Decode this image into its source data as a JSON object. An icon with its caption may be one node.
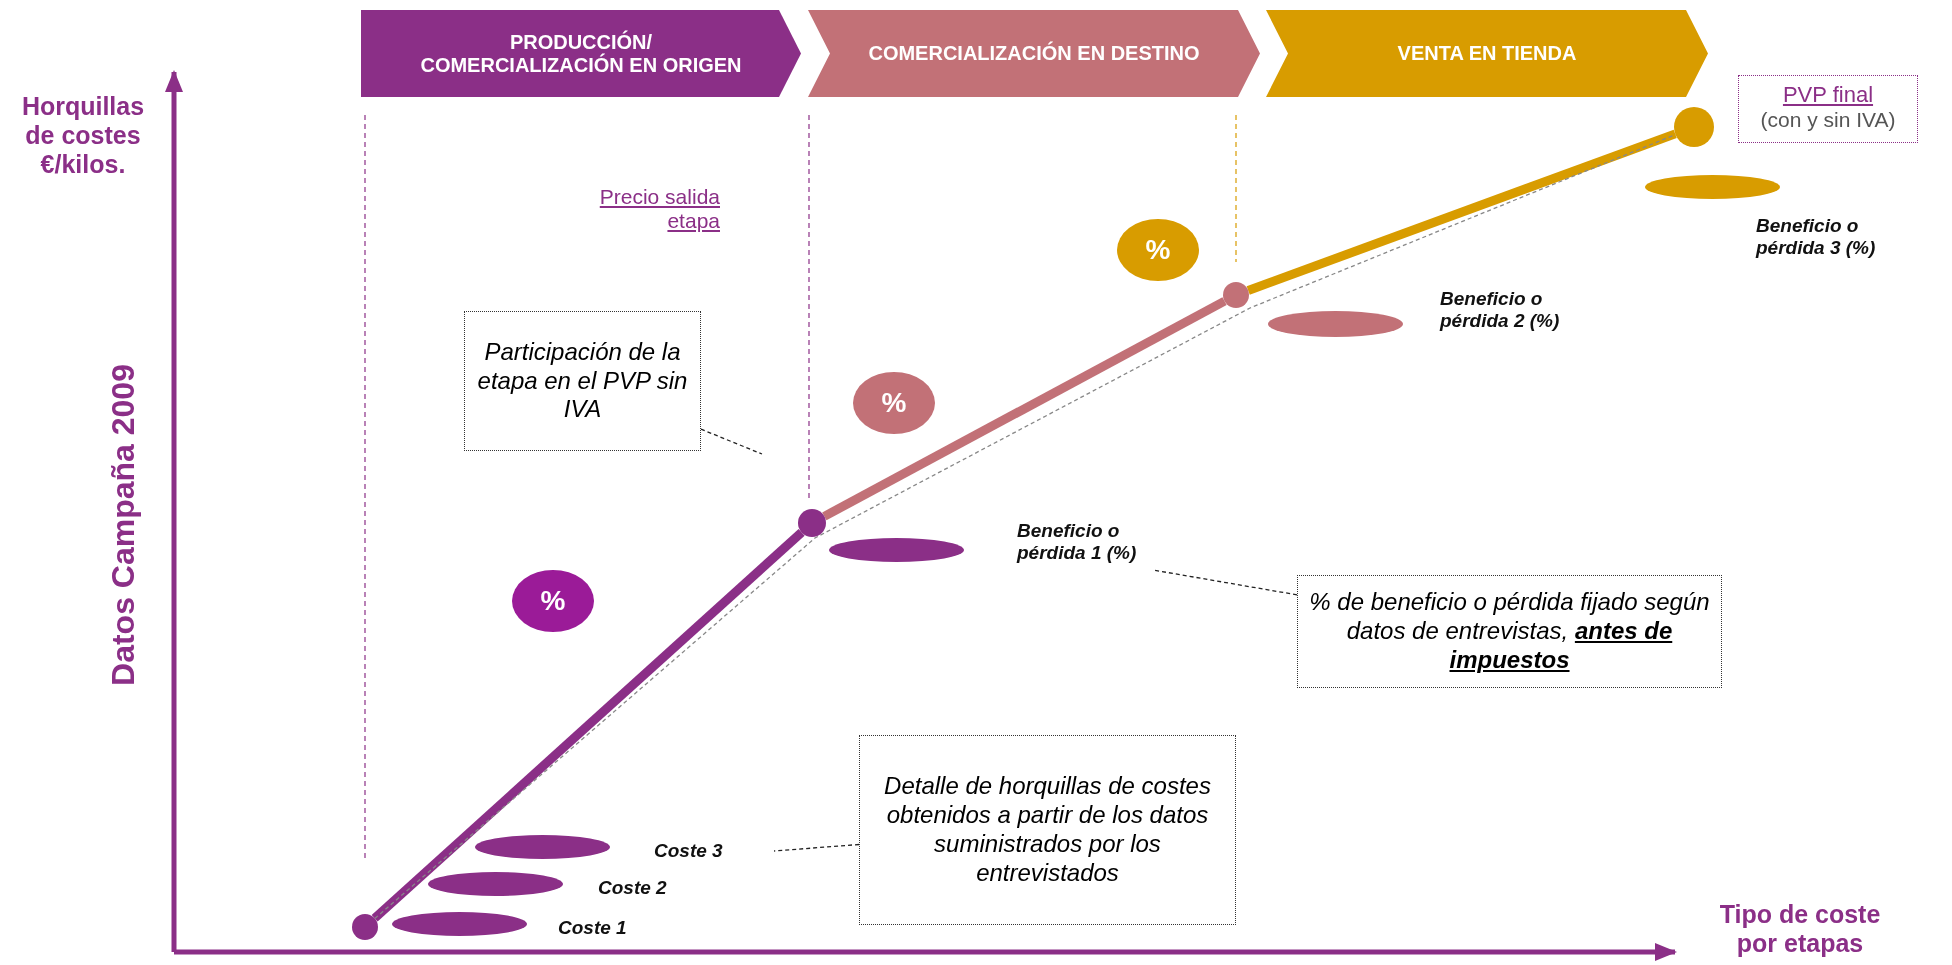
{
  "diagram": {
    "nodes": [
      {
        "text": [
          "PRODUCCIÓN/ COMERCIALIZACIÓN EN ORIGEN"
        ]
      },
      {
        "text": [
          "COMERCIALIZACIÓN EN DESTINO"
        ]
      },
      {
        "text": [
          "VENTA EN TIENDA"
        ]
      },
      {
        "text": [],
        "shape": "circle"
      },
      {
        "text": [],
        "shape": "circle"
      },
      {
        "text": [],
        "shape": "circle"
      },
      {
        "text": [],
        "shape": "circle"
      },
      {
        "text": [
          "%"
        ]
      },
      {
        "text": [
          "%"
        ]
      },
      {
        "text": [
          "%"
        ]
      },
      {
        "text": [
          "Participación de la etapa en el PVP sin IVA"
        ]
      },
      {
        "text": [
          "Detalle de horquillas de costes obtenidos a partir de los datos suministrados por los entrevistados"
        ]
      },
      {
        "text": [
          "% de beneficio o pérdida fijado según datos de entrevistas, **antes de impuestos**"
        ]
      },
      {
        "text": [
          "PVP final",
          "(con y sin IVA)"
        ]
      },
      {
        "text": [],
        "shape": "bar",
        "beside": [
          "Coste 1"
        ]
      },
      {
        "text": [],
        "shape": "bar",
        "beside": [
          "Coste 2"
        ]
      },
      {
        "text": [],
        "shape": "bar",
        "beside": [
          "Coste 3"
        ]
      },
      {
        "text": [],
        "shape": "bar",
        "beside": [
          "Beneficio o pérdida 1 (%)"
        ]
      },
      {
        "text": [],
        "shape": "bar",
        "beside": [
          "Beneficio o pérdida 2 (%)"
        ]
      },
      {
        "text": [],
        "shape": "bar",
        "beside": [
          "Beneficio o pérdida 3 (%)"
        ]
      }
    ],
    "edges": [
      {
        "from": 3,
        "to": 4,
        "arrow": "none",
        "style": "thick",
        "color": "#8b2f87"
      },
      {
        "from": 4,
        "to": 5,
        "arrow": "none",
        "style": "thick",
        "color": "#c27177"
      },
      {
        "from": 5,
        "to": 6,
        "arrow": "none",
        "style": "thick",
        "color": "#d89c00"
      },
      {
        "from": 3,
        "to": 6,
        "arrow": "none",
        "style": "dashed",
        "color": "#888888"
      },
      {
        "from": 10,
        "to": null,
        "arrow": "none",
        "style": "dashed"
      },
      {
        "from": 11,
        "to": 16,
        "arrow": "none",
        "style": "dashed"
      },
      {
        "from": 12,
        "to": 17,
        "arrow": "none",
        "style": "dashed"
      }
    ],
    "labels": [
      "Horquillas de costes €/kilos.",
      "Datos Campaña 2009",
      "Precio salida etapa",
      "Tipo de coste por etapas"
    ]
  }
}
